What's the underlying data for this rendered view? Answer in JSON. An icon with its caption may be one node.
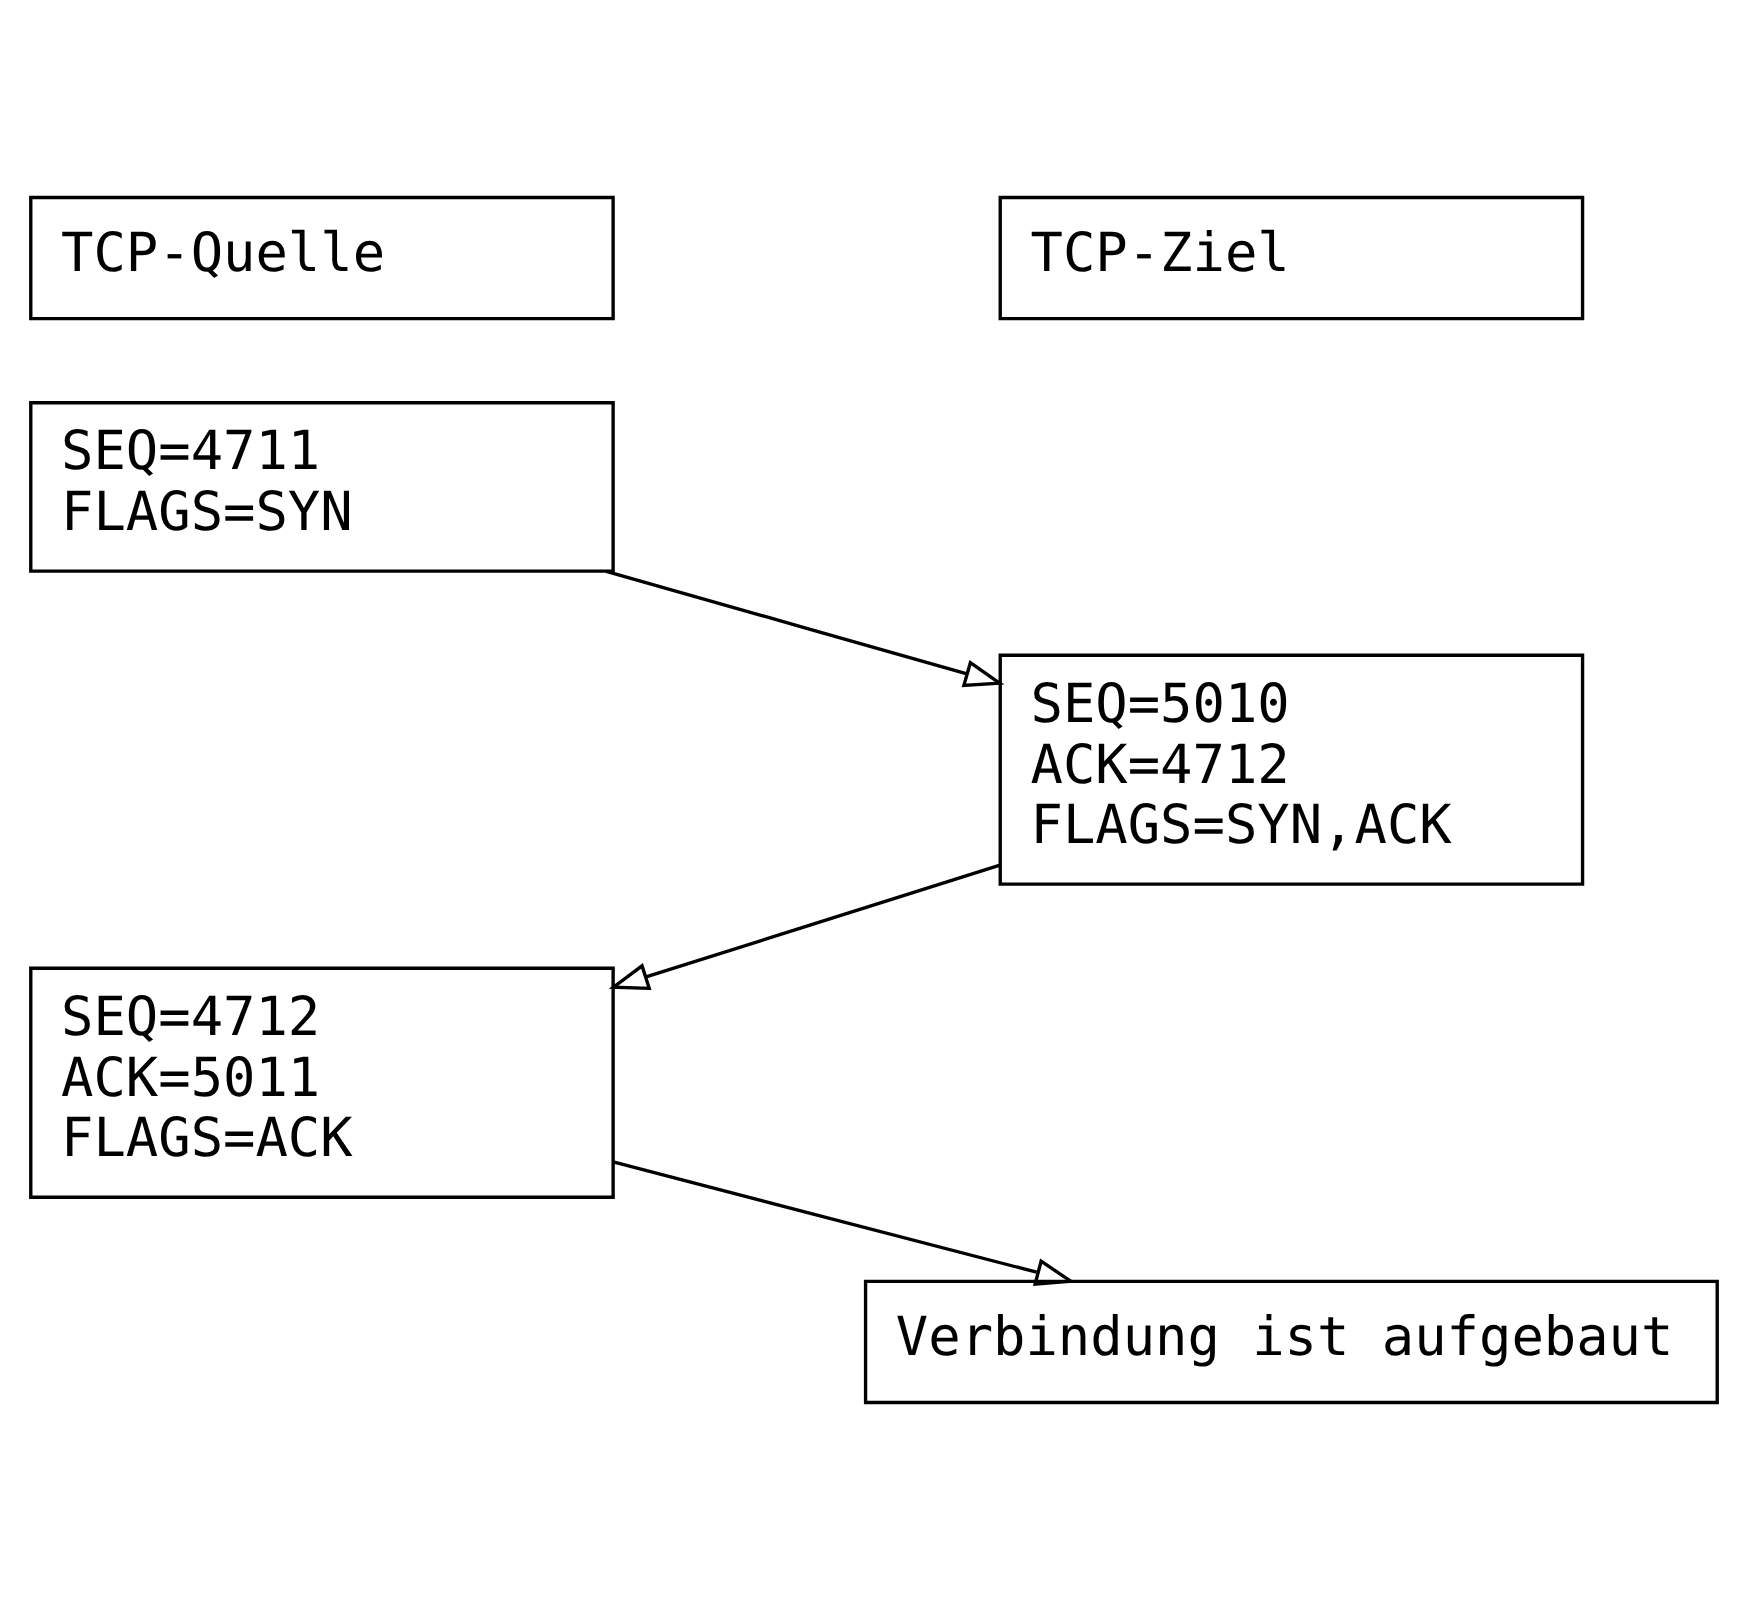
{
  "diagram": {
    "nodes": [
      {
        "text": [
          "TCP-Quelle"
        ]
      },
      {
        "text": [
          "TCP-Ziel"
        ]
      },
      {
        "text": [
          "SEQ=4711",
          "FLAGS=SYN"
        ]
      },
      {
        "text": [
          "SEQ=5010",
          "ACK=4712",
          "FLAGS=SYN,ACK"
        ]
      },
      {
        "text": [
          "SEQ=4712",
          "ACK=5011",
          "FLAGS=ACK"
        ]
      },
      {
        "text": [
          "Verbindung ist aufgebaut"
        ]
      }
    ],
    "edges": [
      {
        "from": 2,
        "to": 3,
        "arrow": "to"
      },
      {
        "from": 3,
        "to": 4,
        "arrow": "to"
      },
      {
        "from": 4,
        "to": 5,
        "arrow": "to"
      }
    ]
  }
}
